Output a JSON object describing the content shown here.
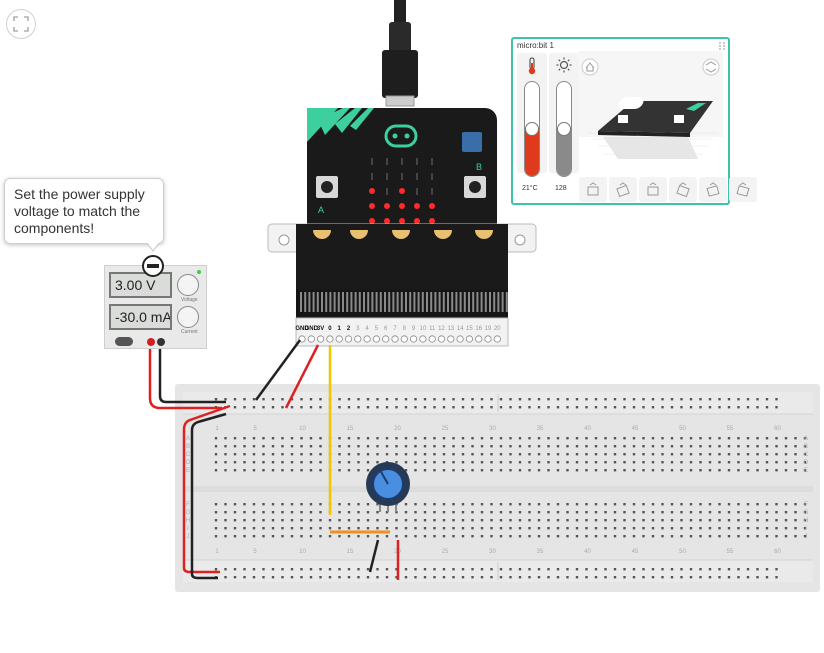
{
  "tooltip": {
    "text": "Set the power supply voltage to match the components!"
  },
  "power_supply": {
    "voltage": "3.00 V",
    "current": "-30.0 mA",
    "dial_label_1": "Voltage",
    "dial_label_2": "Current"
  },
  "microbit": {
    "panel_title": "micro:bit 1",
    "temperature": "21°C",
    "temperature_level": 0.5,
    "light_level": 128,
    "light_fraction": 0.5,
    "button_a": "A",
    "button_b": "B",
    "pins": [
      "GND",
      "GND",
      "3V",
      "0",
      "1",
      "2",
      "3",
      "4",
      "5",
      "6",
      "7",
      "8",
      "9",
      "10",
      "11",
      "12",
      "13",
      "14",
      "15",
      "16",
      "19",
      "20"
    ],
    "big_pins": [
      "0",
      "1",
      "2",
      "3V",
      "GND"
    ],
    "leds_on": [
      [
        2,
        1
      ],
      [
        2,
        3
      ],
      [
        3,
        1
      ],
      [
        3,
        2
      ],
      [
        3,
        3
      ],
      [
        3,
        4
      ],
      [
        3,
        5
      ],
      [
        4,
        1
      ],
      [
        4,
        2
      ],
      [
        4,
        3
      ],
      [
        4,
        4
      ],
      [
        4,
        5
      ]
    ],
    "gesture_icons": [
      "gesture-shake-icon",
      "gesture-logo-up-icon",
      "gesture-tilt-icon",
      "gesture-screen-down-icon",
      "gesture-free-fall-icon",
      "gesture-3g-icon"
    ]
  },
  "breadboard": {
    "column_numbers": [
      "1",
      "5",
      "10",
      "15",
      "20",
      "25",
      "30",
      "35",
      "40",
      "45",
      "50",
      "55",
      "60"
    ],
    "row_letters_top": [
      "A",
      "B",
      "C",
      "D",
      "E"
    ],
    "row_letters_bottom": [
      "F",
      "G",
      "H",
      "I",
      "J"
    ]
  },
  "colors": {
    "wire_red": "#e02020",
    "wire_black": "#222222",
    "wire_yellow": "#f2c500",
    "wire_orange": "#f09020",
    "panel_accent": "#3fc3a8",
    "microbit_body": "#1a1a1a",
    "microbit_accent": "#3ecf9e"
  }
}
